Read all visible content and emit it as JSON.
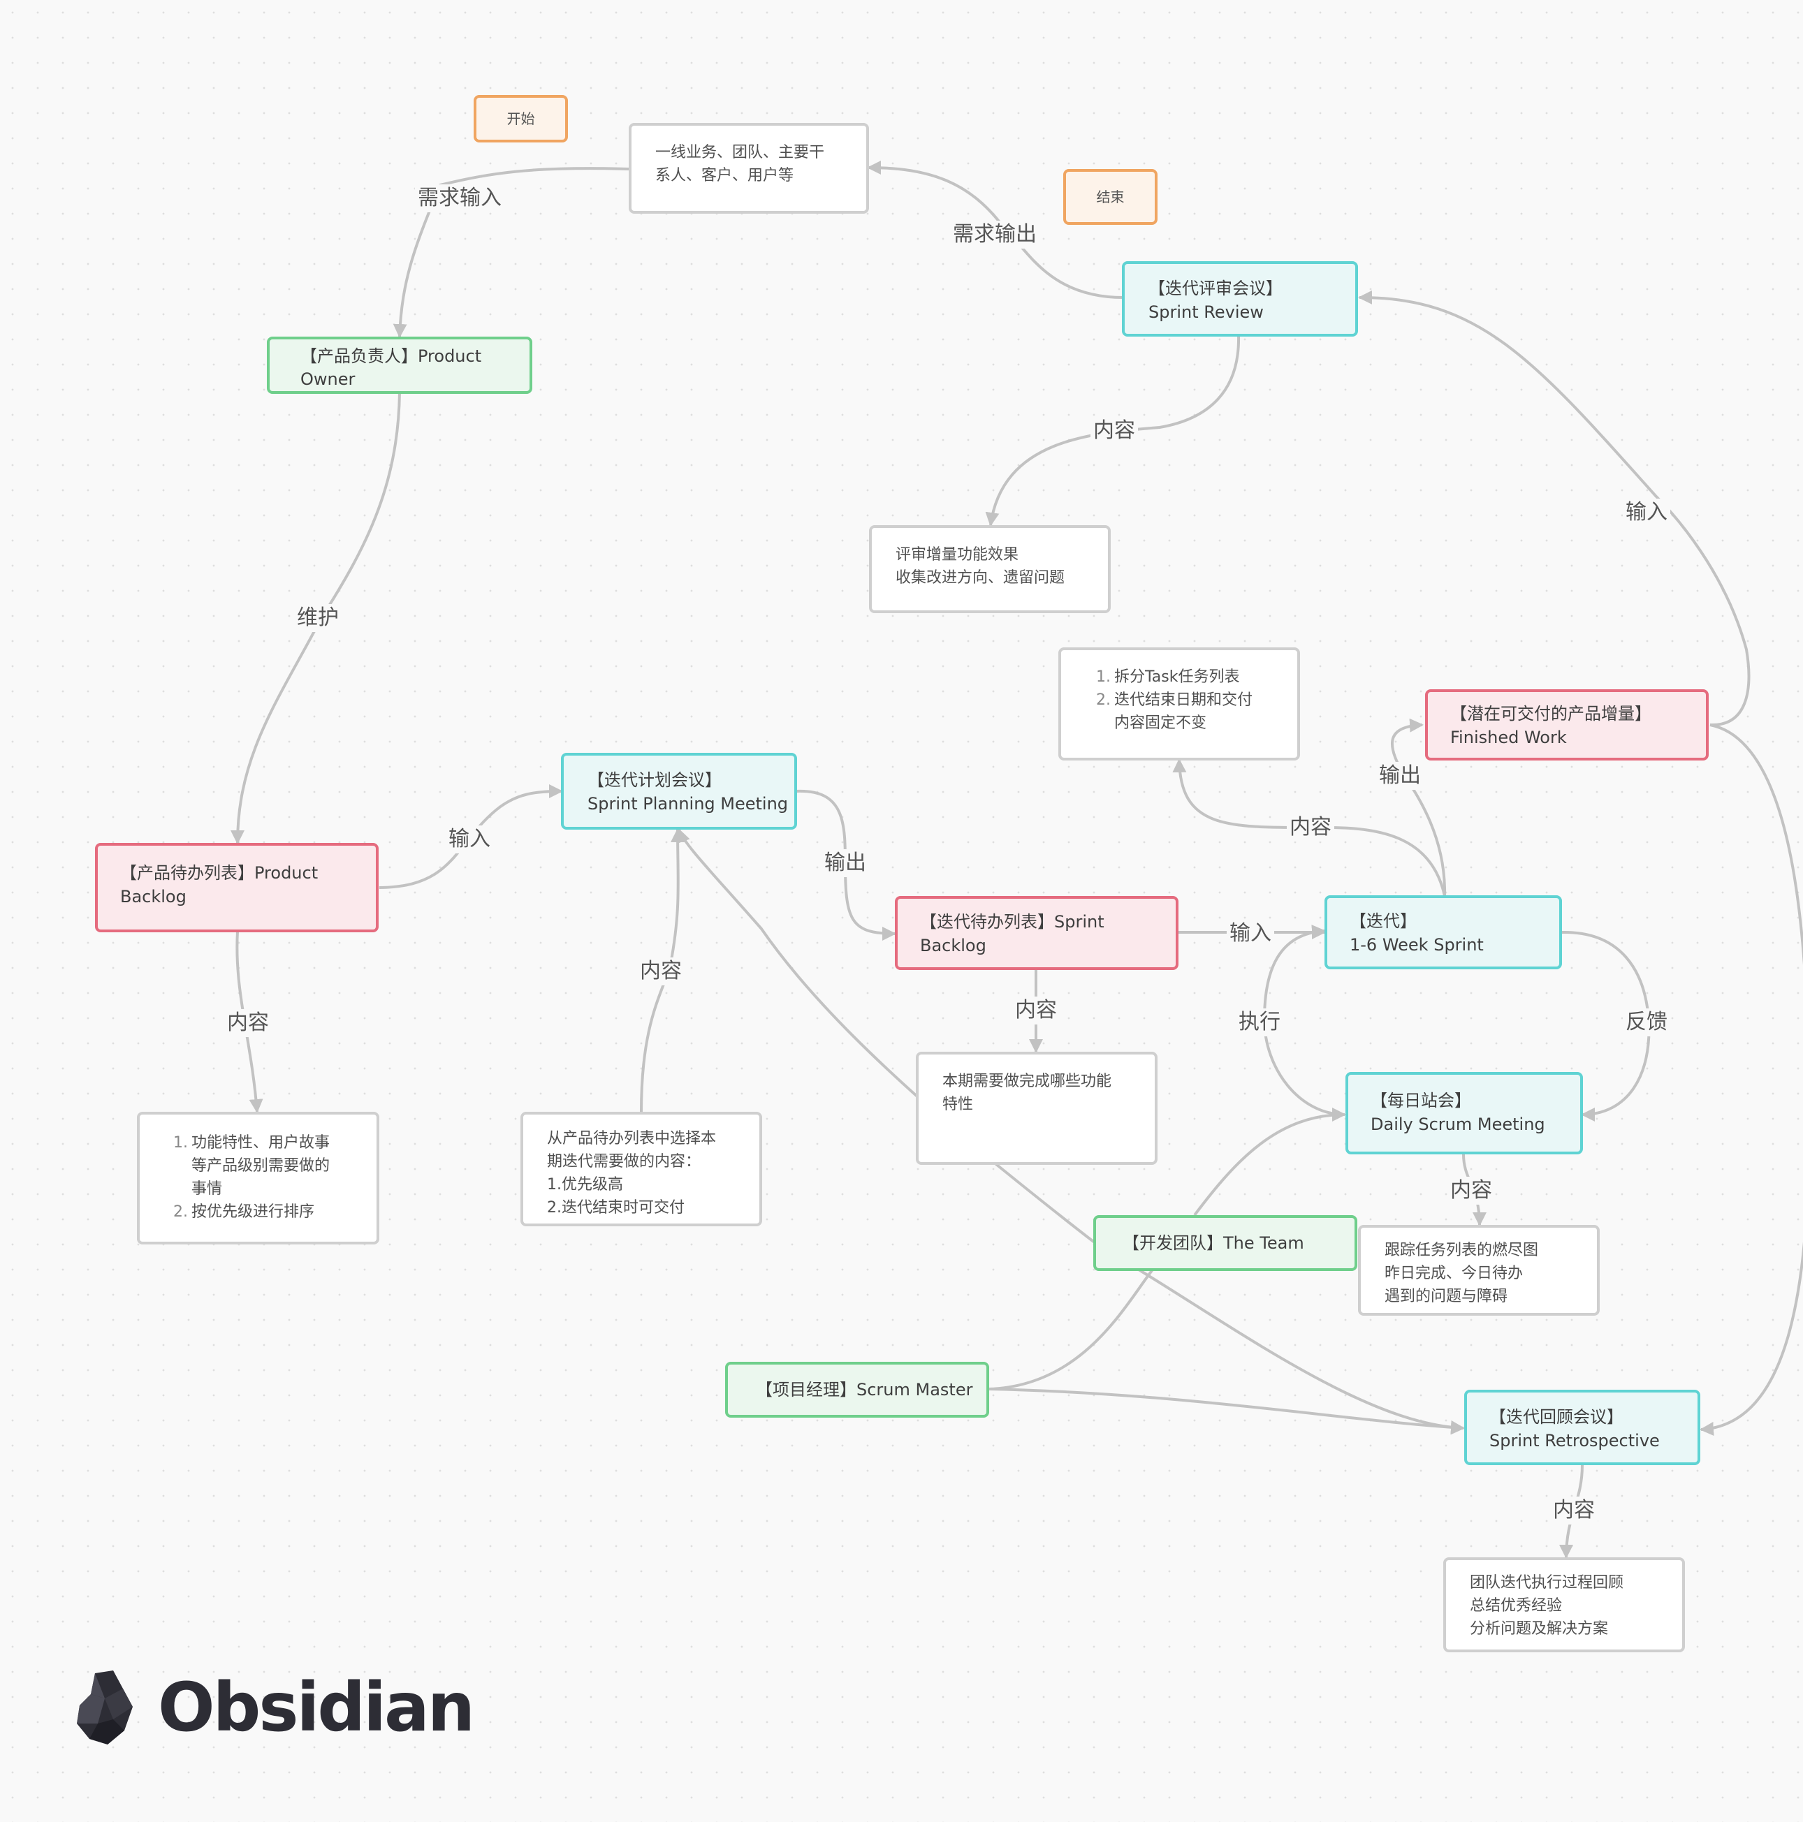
{
  "brand": {
    "name": "Obsidian",
    "icon": "obsidian-logo-icon"
  },
  "colors": {
    "start_end": "#f0a561",
    "meeting": "#5fd3d3",
    "role": "#6fcf8b",
    "artifact": "#e56b7e",
    "note": "#cfcfcf",
    "edge": "#c2c2c2"
  },
  "nodes": {
    "start": "开始",
    "end": "结束",
    "stakeholders": [
      "一线业务、团队、主要干",
      "系人、客户、用户等"
    ],
    "product_owner": [
      "【产品负责人】Product",
      "Owner"
    ],
    "sprint_review": [
      "【迭代评审会议】",
      "Sprint Review"
    ],
    "review_content": [
      "评审增量功能效果",
      "收集改进方向、遗留问题"
    ],
    "sprint_task_notes": {
      "items": [
        {
          "num": "1.",
          "text": "拆分Task任务列表"
        },
        {
          "num": "2.",
          "text": "迭代结束日期和交付",
          "cont": "内容固定不变"
        }
      ]
    },
    "finished_work": [
      "【潜在可交付的产品增量】",
      "Finished Work"
    ],
    "sprint_planning": [
      "【迭代计划会议】",
      "Sprint Planning Meeting"
    ],
    "product_backlog": [
      "【产品待办列表】Product",
      "Backlog"
    ],
    "sprint_backlog": [
      "【迭代待办列表】Sprint",
      "Backlog"
    ],
    "sprint": [
      "【迭代】",
      "1-6 Week Sprint"
    ],
    "backlog_content": {
      "items": [
        {
          "num": "1.",
          "text": "功能特性、用户故事",
          "cont": "等产品级别需要做的",
          "cont2": "事情"
        },
        {
          "num": "2.",
          "text": "按优先级进行排序"
        }
      ]
    },
    "planning_content": [
      "从产品待办列表中选择本",
      "期迭代需要做的内容：",
      "1.优先级高",
      "2.迭代结束时可交付"
    ],
    "sprint_backlog_content": [
      "本期需要做完成哪些功能",
      "特性"
    ],
    "daily_scrum": [
      "【每日站会】",
      "Daily Scrum Meeting"
    ],
    "the_team": "【开发团队】The Team",
    "daily_content": [
      "跟踪任务列表的燃尽图",
      "昨日完成、今日待办",
      "遇到的问题与障碍"
    ],
    "scrum_master": "【项目经理】Scrum Master",
    "retrospective": [
      "【迭代回顾会议】",
      "Sprint Retrospective"
    ],
    "retro_content": [
      "团队迭代执行过程回顾",
      "总结优秀经验",
      "分析问题及解决方案"
    ]
  },
  "edge_labels": {
    "demand_input": "需求输入",
    "demand_output": "需求输出",
    "review_content": "内容",
    "maintain": "维护",
    "finished_to_review": "输入",
    "finished_output": "输出",
    "sprint_content": "内容",
    "backlog_to_planning": "输入",
    "planning_output": "输出",
    "planning_content": "内容",
    "backlog_content": "内容",
    "sprint_backlog_to_sprint": "输入",
    "sprint_backlog_content": "内容",
    "execute": "执行",
    "feedback": "反馈",
    "daily_content": "内容",
    "retro_content": "内容"
  }
}
